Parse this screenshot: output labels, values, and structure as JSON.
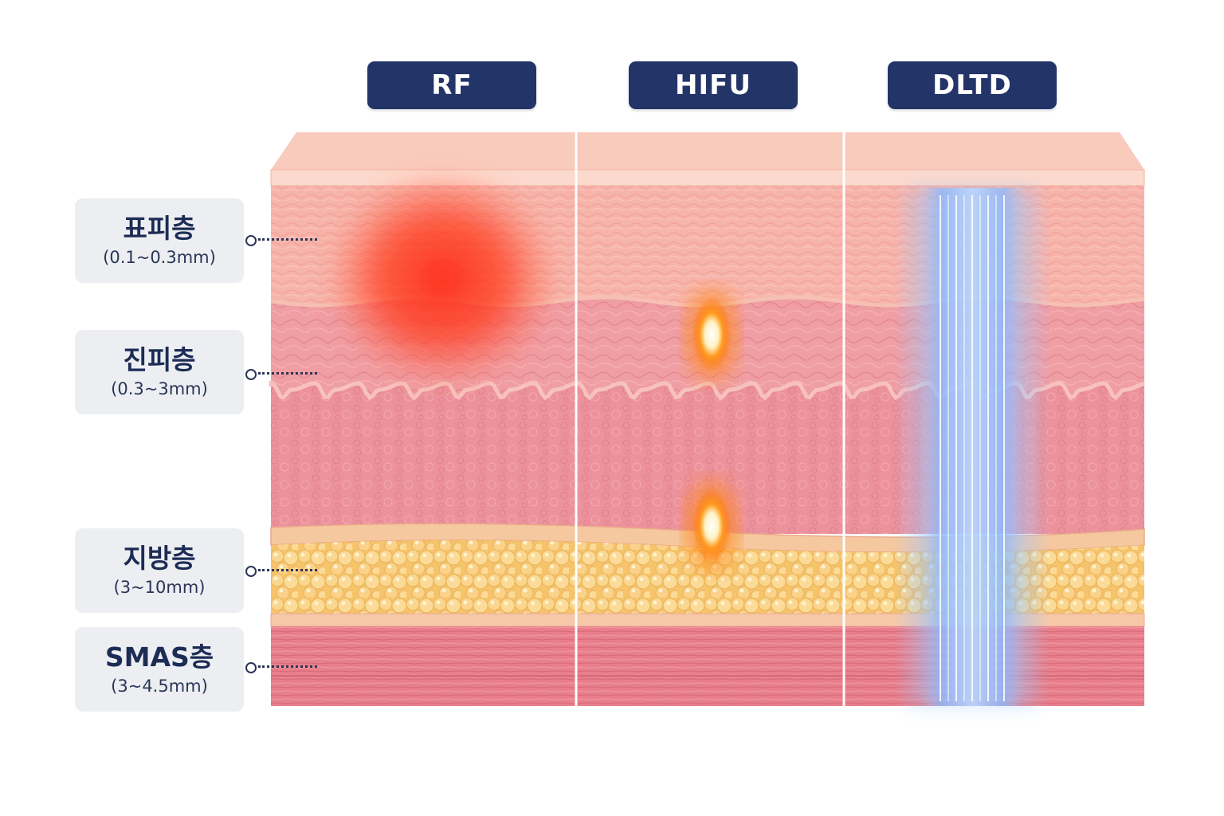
{
  "techniques": [
    {
      "label": "RF"
    },
    {
      "label": "HIFU"
    },
    {
      "label": "DLTD"
    }
  ],
  "layers": [
    {
      "name": "표피층",
      "depth": "(0.1~0.3mm)"
    },
    {
      "name": "진피층",
      "depth": "(0.3~3mm)"
    },
    {
      "name": "지방층",
      "depth": "(3~10mm)"
    },
    {
      "name": "SMAS층",
      "depth": "(3~4.5mm)"
    }
  ],
  "colors": {
    "badge": "#233468",
    "epidermis": "#f7b7ad",
    "dermis": "#ee9da3",
    "fat": "#f8cc78",
    "muscle": "#e8808b",
    "rf_heat": "#ff3b1f",
    "hifu_focus": "#ff8a1a",
    "dltd_beam": "#7fb4ff"
  }
}
